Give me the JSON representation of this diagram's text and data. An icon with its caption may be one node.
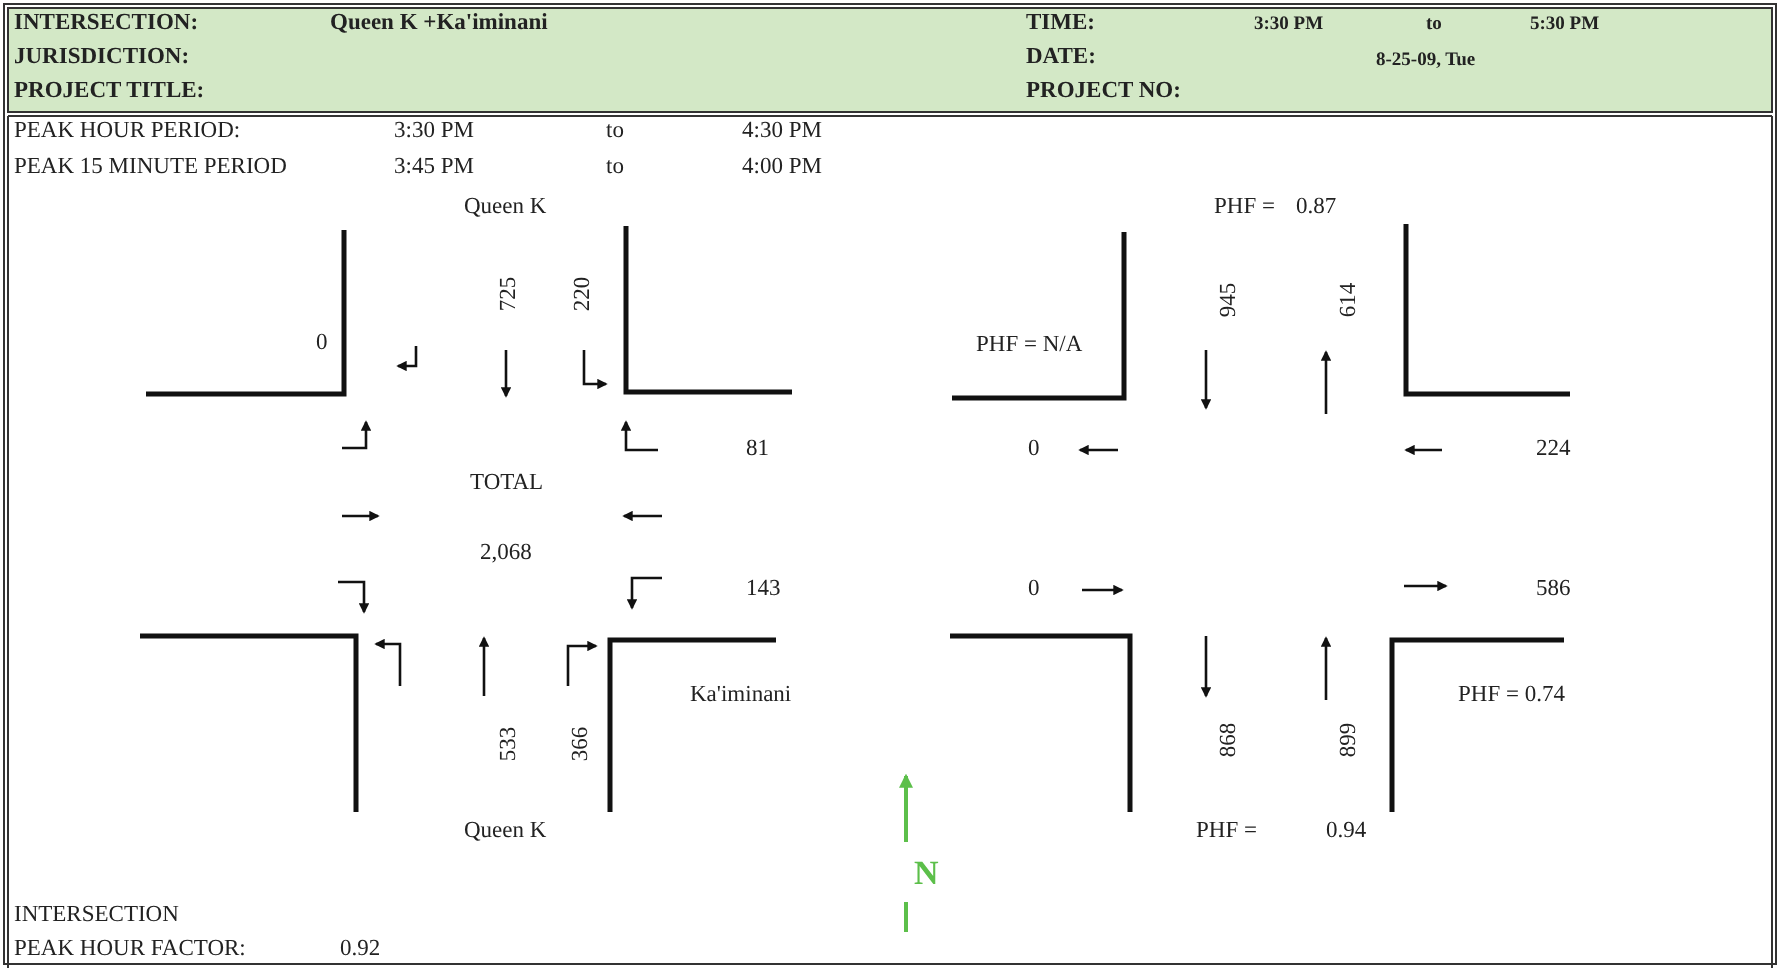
{
  "diagram": {
    "labels": [
      "INTERSECTION:",
      "Queen K +Ka'iminani",
      "TIME:",
      "3:30 PM",
      "to",
      "5:30 PM",
      "JURISDICTION:",
      "DATE:",
      "8-25-09, Tue",
      "PROJECT  TITLE:",
      "PROJECT NO:",
      "PEAK HOUR PERIOD:",
      "3:30 PM",
      "to",
      "4:30 PM",
      "PEAK 15 MINUTE PERIOD",
      "3:45 PM",
      "to",
      "4:00 PM",
      "Queen K",
      "PHF =",
      "0.87",
      "725",
      "220",
      "945",
      "614",
      "0",
      "PHF = N/A",
      "81",
      "0",
      "224",
      "TOTAL",
      "2,068",
      "143",
      "0",
      "586",
      "Ka'iminani",
      "PHF = 0.74",
      "533",
      "366",
      "868",
      "899",
      "Queen K",
      "PHF =",
      "0.94",
      "N",
      "INTERSECTION",
      "PEAK HOUR FACTOR:",
      "0.92"
    ]
  }
}
